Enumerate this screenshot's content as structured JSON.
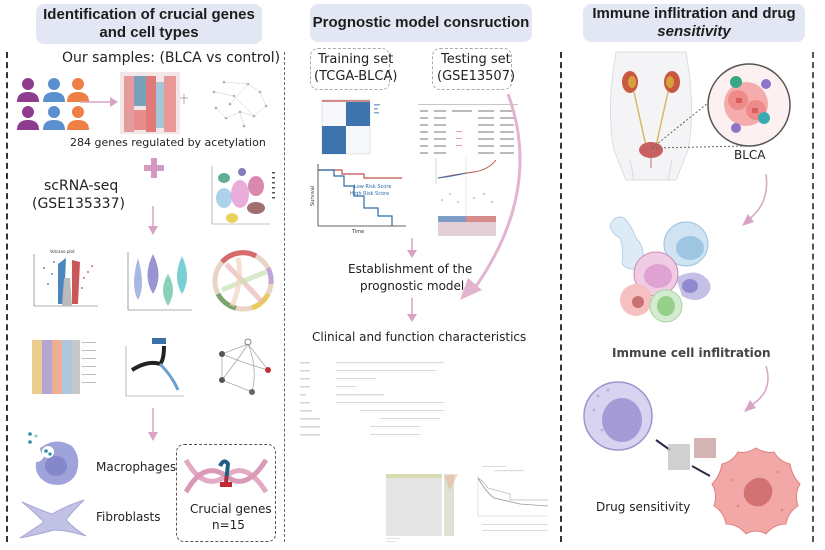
{
  "panels": [
    {
      "title": "Identification of crucial genes and cell types",
      "title_lines": [
        "Identification of crucial genes",
        "and cell types"
      ],
      "samples_label": "Our samples: (BLCA vs control)",
      "genes_label": "284 genes regulated by acetylation",
      "scrna_label": [
        "scRNA-seq",
        "(GSE135337)"
      ],
      "volcano_title": "Volcano plot",
      "cell_types": [
        "Macrophages",
        "Fibroblasts"
      ],
      "crucial_genes": {
        "label": "Crucial genes",
        "count": "n=15"
      }
    },
    {
      "title": "Prognostic model consruction",
      "training_set": [
        "Training set",
        "(TCGA-BLCA)"
      ],
      "testing_set": [
        "Testing set",
        "(GSE13507)"
      ],
      "km_legend": [
        "Low Risk Score",
        "High Risk Score"
      ],
      "km_ylabel": "Survival",
      "km_xlabel": "Time",
      "establish_label": [
        "Establishment of the",
        "prognostic model"
      ],
      "clinical_label": "Clinical and function characteristics"
    },
    {
      "title": "Immune inflitration and drug sensitivity",
      "title_lines": [
        "Immune inflitration and drug",
        "sensitivity"
      ],
      "blca_label": "BLCA",
      "immune_label": "Immune cell inflitration",
      "drug_label": "Drug sensitivity"
    }
  ],
  "colors": {
    "header_bg": "#e3e7f3",
    "arrow": "#d9a3c6",
    "person_purple": "#8e3c8e",
    "person_blue": "#5b8fcf",
    "person_orange": "#ee7f45",
    "km_low": "#c0504d",
    "km_high": "#2e6aa8"
  }
}
